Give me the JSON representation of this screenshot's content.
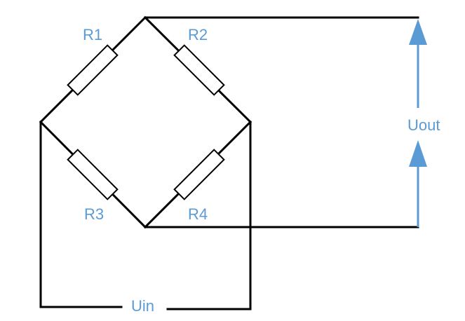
{
  "labels": {
    "r1": "R1",
    "r2": "R2",
    "r3": "R3",
    "r4": "R4",
    "uin": "Uin",
    "uout": "Uout"
  },
  "colors": {
    "wire": "#000000",
    "label": "#5b9bd5",
    "arrow": "#5b9bd5",
    "resistor_fill": "#ffffff"
  }
}
